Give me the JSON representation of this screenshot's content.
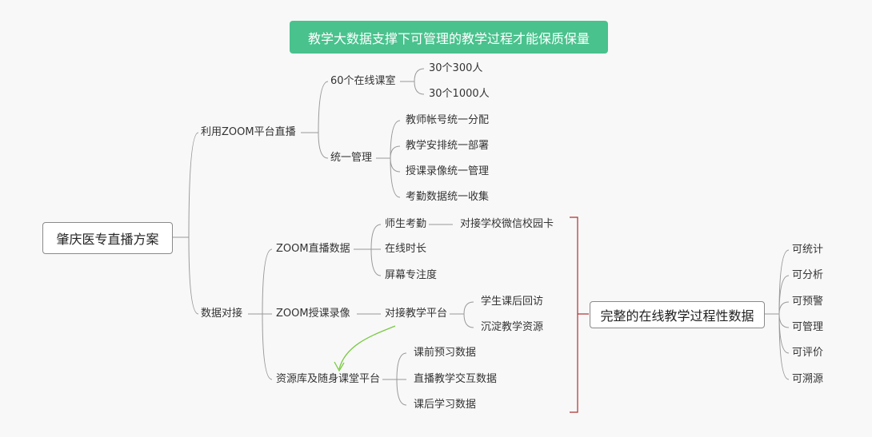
{
  "title": "教学大数据支撑下可管理的教学过程才能保质保量",
  "root": "肇庆医专直播方案",
  "branch1": {
    "label": "利用ZOOM平台直播",
    "classrooms": {
      "label": "60个在线课室",
      "items": [
        "30个300人",
        "30个1000人"
      ]
    },
    "management": {
      "label": "统一管理",
      "items": [
        "教师帐号统一分配",
        "教学安排统一部署",
        "授课录像统一管理",
        "考勤数据统一收集"
      ]
    }
  },
  "branch2": {
    "label": "数据对接",
    "live_data": {
      "label": "ZOOM直播数据",
      "attendance": "师生考勤",
      "attendance_link": "对接学校微信校园卡",
      "duration": "在线时长",
      "focus": "屏幕专注度"
    },
    "recording": {
      "label": "ZOOM授课录像",
      "platform": "对接教学平台",
      "items": [
        "学生课后回访",
        "沉淀教学资源"
      ]
    },
    "resource": {
      "label": "资源库及随身课堂平台",
      "items": [
        "课前预习数据",
        "直播教学交互数据",
        "课后学习数据"
      ]
    }
  },
  "summary": "完整的在线教学过程性数据",
  "outcomes": [
    "可统计",
    "可分析",
    "可预警",
    "可管理",
    "可评价",
    "可溯源"
  ]
}
